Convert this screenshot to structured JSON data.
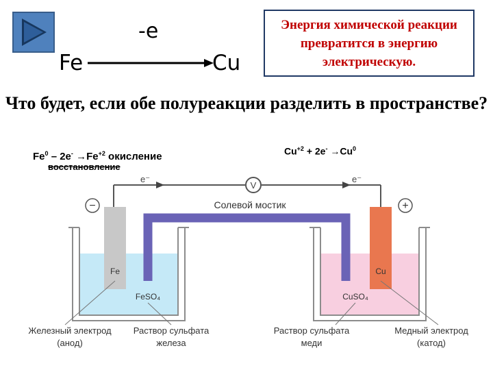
{
  "top": {
    "e_label": "-e",
    "left_metal": "Fe",
    "right_metal": "Cu",
    "energy_note": "Энергия химической реакции превратится в энергию электрическую.",
    "question": "Что будет, если обе полуреакции разделить в пространстве?"
  },
  "reactions": {
    "fe_sym": "Fe",
    "fe_sup0": "0",
    "fe_mid": " – 2e",
    "fe_minus": "-",
    "fe_arrow": " →Fe",
    "fe_sup2": "+2",
    "fe_word": " окисление",
    "fe_struck": "восстановление",
    "cu_sym": "Cu",
    "cu_sup2": "+2",
    "cu_mid": " + 2e",
    "cu_minus": "-",
    "cu_arrow": " →Cu",
    "cu_sup0": "0"
  },
  "cell": {
    "electron_left": "e⁻",
    "electron_right": "e⁻",
    "voltmeter": "V",
    "minus_sign": "−",
    "plus_sign": "+",
    "salt_bridge": "Солевой мостик",
    "fe_electrode_label": "Fe",
    "fe_solution_label": "FeSO₄",
    "cu_electrode_label": "Cu",
    "cu_solution_label": "CuSO₄",
    "cap_iron_electrode_1": "Железный электрод",
    "cap_iron_electrode_2": "(анод)",
    "cap_iron_solution_1": "Раствор сульфата",
    "cap_iron_solution_2": "железа",
    "cap_copper_solution_1": "Раствор сульфата",
    "cap_copper_solution_2": "меди",
    "cap_copper_electrode_1": "Медный электрод",
    "cap_copper_electrode_2": "(катод)"
  },
  "colors": {
    "play_button": "#4f81bd",
    "note_text": "#c00000",
    "fe_solution": "#c5e9f7",
    "cu_solution": "#f8cfe0",
    "fe_electrode": "#c8c8c8",
    "cu_electrode": "#e9774f",
    "salt_bridge": "#6a63b6"
  }
}
